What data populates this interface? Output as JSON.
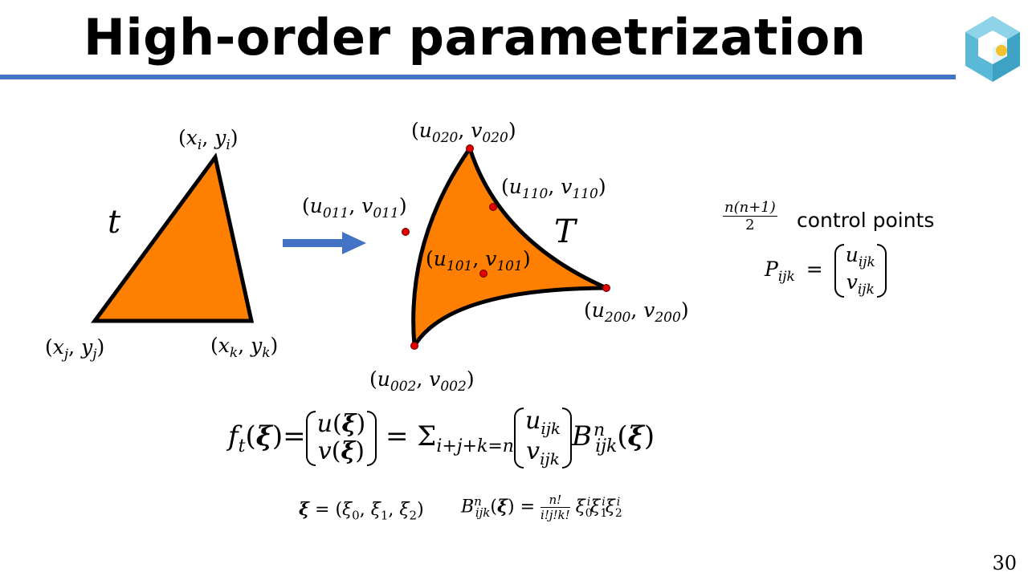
{
  "title": "High-order parametrization",
  "page_number": "30",
  "colors": {
    "title_rule": "#4472c4",
    "triangle_fill": "#ff7f00",
    "arrow": "#4472c4",
    "control_point": "#e00000",
    "logo_primary": "#59b9d6",
    "logo_accent": "#f2c22e"
  },
  "left_triangle": {
    "name": "t",
    "vertex_top": "(x_i, y_i)",
    "vertex_left": "(x_j, y_j)",
    "vertex_right": "(x_k, y_k)"
  },
  "right_triangle": {
    "name": "T",
    "control_points": [
      "(u020, v020)",
      "(u110, v110)",
      "(u011, v011)",
      "(u101, v101)",
      "(u200, v200)",
      "(u002, v002)"
    ]
  },
  "control_points_label": "control points",
  "count_numerator": "n(n+1)",
  "count_denominator": "2",
  "pijk_lhs": "P",
  "main_formula": "f_t(ξ) = (u(ξ), v(ξ)) = Σ_{i+j+k=n} (u_ijk, v_ijk) B^n_ijk(ξ)",
  "xi_def": "ξ = (ξ0, ξ1, ξ2)",
  "bernstein_def": "B^n_ijk(ξ) = n! / (i!j!k!) ξ0^i ξ1^i ξ2^i",
  "icons": [
    "cube-logo-icon",
    "right-arrow-icon"
  ]
}
